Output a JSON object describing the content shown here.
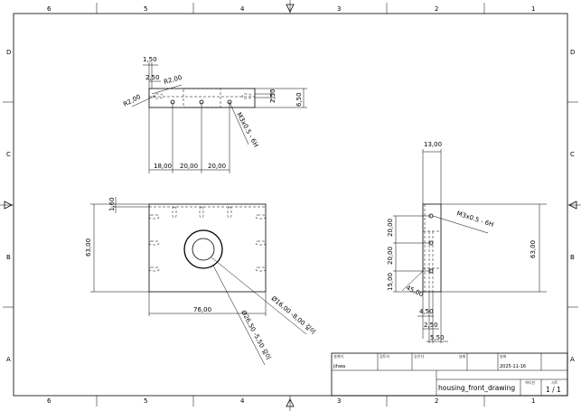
{
  "sheet": {
    "zone_columns": [
      "6",
      "5",
      "4",
      "3",
      "2",
      "1"
    ],
    "zone_rows": [
      "D",
      "C",
      "B",
      "A"
    ]
  },
  "top_view": {
    "dims": {
      "d1": "1,50",
      "d2": "2,50",
      "r1": "R2,00",
      "r2": "R2,00",
      "h1": "2,50",
      "h2": "6,50",
      "thread": "M3x0.5 - 6H",
      "x1": "18,00",
      "x2": "20,00",
      "x3": "20,00"
    }
  },
  "front_view": {
    "dims": {
      "top": "1,60",
      "height": "63,00",
      "width": "76,00",
      "hole_inner": "Ø16,00 -8,00 깊이",
      "hole_outer": "Ø26,50 -5,50 깊이"
    }
  },
  "side_view": {
    "dims": {
      "width": "13,00",
      "height": "63,00",
      "thread": "M3x0.5 - 6H",
      "v1": "20,00",
      "v2": "20,00",
      "v3": "15,00",
      "angle": "45,00",
      "b1": "4,50",
      "b2": "2,50",
      "b3": "5,50"
    }
  },
  "title_block": {
    "designer_label": "설계자",
    "designer": "jihwa",
    "checker_label": "검토자",
    "approver_label": "승인자",
    "approver_date_label": "날짜",
    "date_label": "날짜",
    "date": "2025-11-16",
    "title": "housing_front_drawing",
    "edition_label": "에디션",
    "sheet_label": "시트",
    "sheet": "1 / 1"
  }
}
